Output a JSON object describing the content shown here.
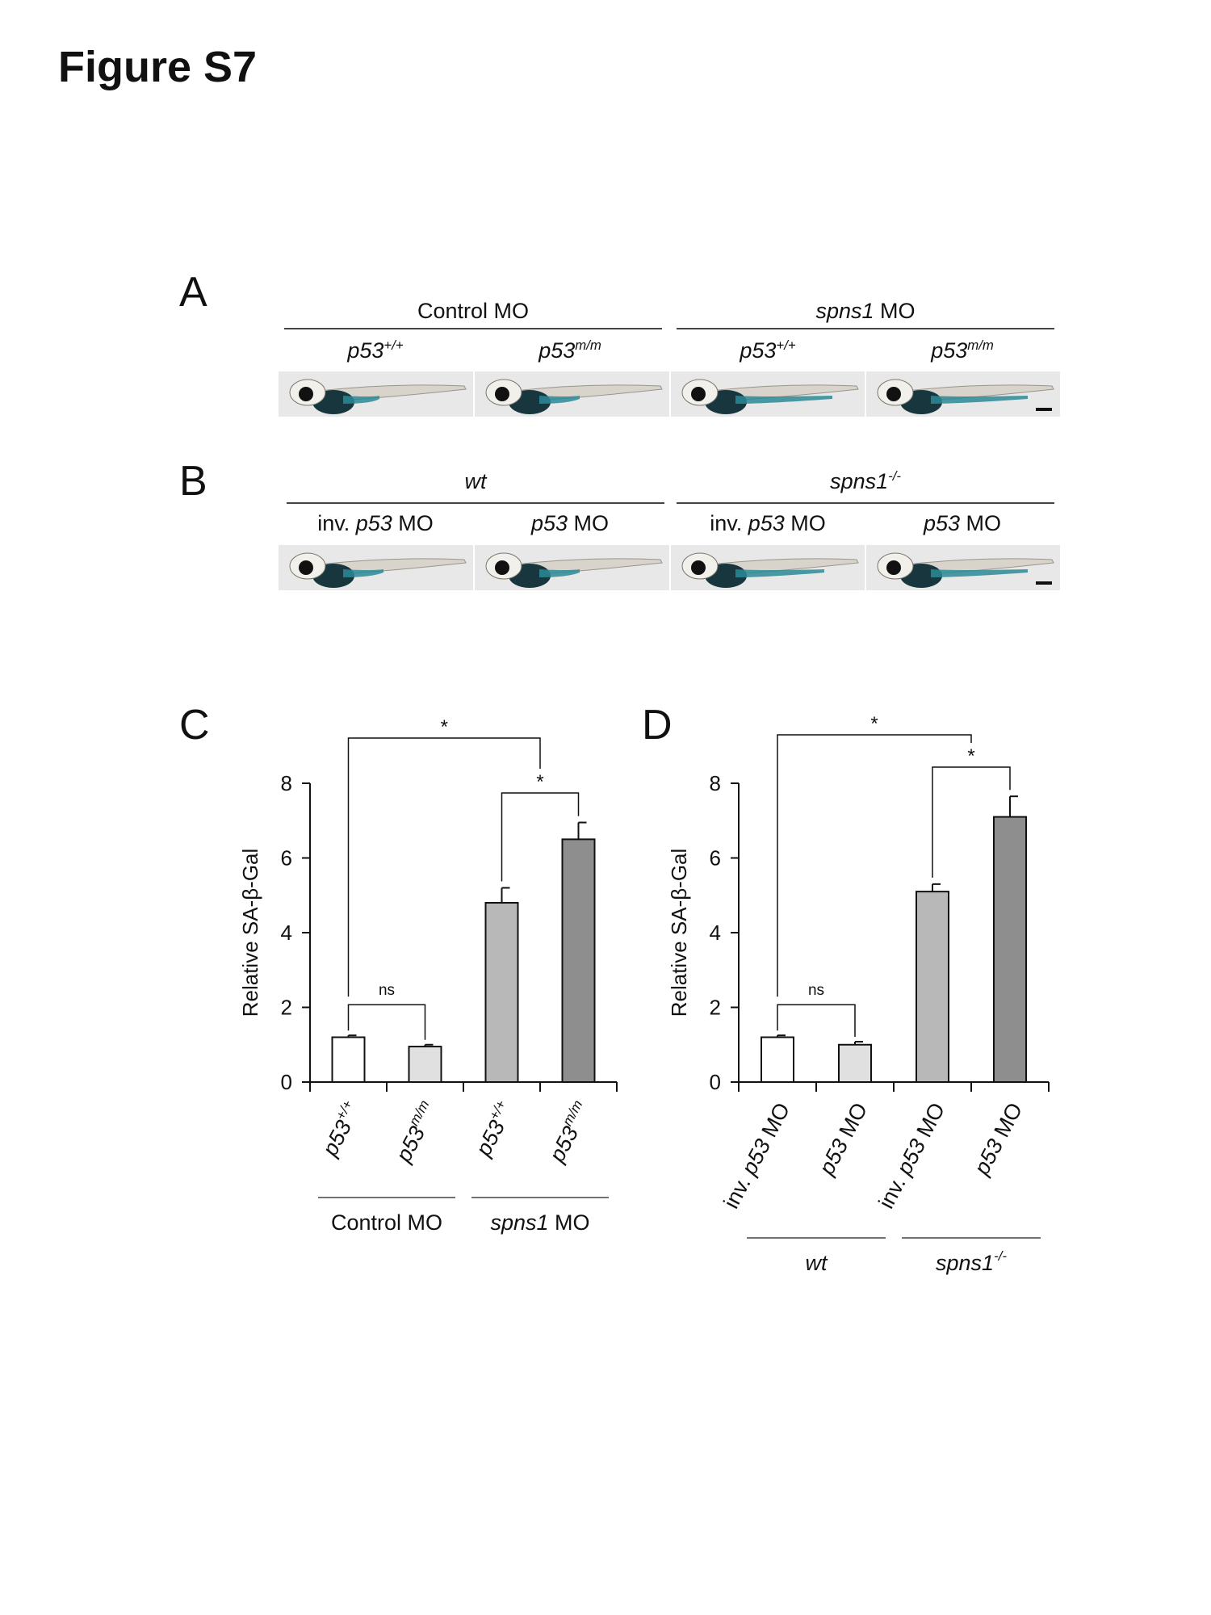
{
  "figure_title": "Figure S7",
  "panel_a": {
    "letter": "A",
    "groups": [
      {
        "italic": "",
        "plain": "Control MO"
      },
      {
        "italic": "spns1",
        "plain": " MO"
      }
    ],
    "subs": [
      {
        "base": "p53",
        "sup": "+/+"
      },
      {
        "base": "p53",
        "sup": "m/m"
      },
      {
        "base": "p53",
        "sup": "+/+"
      },
      {
        "base": "p53",
        "sup": "m/m"
      }
    ]
  },
  "panel_b": {
    "letter": "B",
    "groups": [
      {
        "base": "wt",
        "sup": ""
      },
      {
        "base": "spns1",
        "sup": "-/-"
      }
    ],
    "subs": [
      {
        "pre": "inv. ",
        "it": "p53",
        "post": " MO"
      },
      {
        "pre": "",
        "it": "p53",
        "post": " MO"
      },
      {
        "pre": "inv. ",
        "it": "p53",
        "post": " MO"
      },
      {
        "pre": "",
        "it": "p53",
        "post": " MO"
      }
    ]
  },
  "chart_data": [
    {
      "panel": "C",
      "type": "bar",
      "ylabel": "Relative SA-β-Gal",
      "ylim": [
        0,
        8
      ],
      "yticks": [
        0,
        2,
        4,
        6,
        8
      ],
      "categories": [
        {
          "base": "p53",
          "sup": "+/+"
        },
        {
          "base": "p53",
          "sup": "m/m"
        },
        {
          "base": "p53",
          "sup": "+/+"
        },
        {
          "base": "p53",
          "sup": "m/m"
        }
      ],
      "values": [
        1.2,
        0.95,
        4.8,
        6.5
      ],
      "errors": [
        0.05,
        0.05,
        0.4,
        0.45
      ],
      "colors": [
        "#ffffff",
        "#e0e0e0",
        "#b8b8b8",
        "#8e8e8e"
      ],
      "groups": [
        {
          "italic": "",
          "plain": "Control MO"
        },
        {
          "italic": "spns1",
          "plain": " MO"
        }
      ],
      "significance": [
        {
          "from": 0,
          "to": 1,
          "label": "ns"
        },
        {
          "from": 2,
          "to": 3,
          "label": "*"
        },
        {
          "from": 0,
          "to": 2.5,
          "label": "*"
        }
      ]
    },
    {
      "panel": "D",
      "type": "bar",
      "ylabel": "Relative SA-β-Gal",
      "ylim": [
        0,
        8
      ],
      "yticks": [
        0,
        2,
        4,
        6,
        8
      ],
      "categories": [
        {
          "pre": "inv. ",
          "it": "p53",
          "post": " MO"
        },
        {
          "pre": "",
          "it": "p53",
          "post": " MO"
        },
        {
          "pre": "inv. ",
          "it": "p53",
          "post": " MO"
        },
        {
          "pre": "",
          "it": "p53",
          "post": " MO"
        }
      ],
      "values": [
        1.2,
        1.0,
        5.1,
        7.1
      ],
      "errors": [
        0.05,
        0.08,
        0.2,
        0.55
      ],
      "colors": [
        "#ffffff",
        "#e0e0e0",
        "#b8b8b8",
        "#8e8e8e"
      ],
      "groups": [
        {
          "base": "wt",
          "sup": ""
        },
        {
          "base": "spns1",
          "sup": "-/-"
        }
      ],
      "significance": [
        {
          "from": 0,
          "to": 1,
          "label": "ns"
        },
        {
          "from": 2,
          "to": 3,
          "label": "*"
        },
        {
          "from": 0,
          "to": 2.5,
          "label": "*"
        }
      ]
    }
  ]
}
